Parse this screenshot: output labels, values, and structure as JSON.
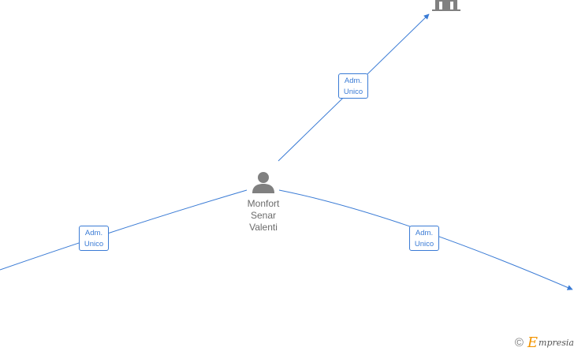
{
  "person": {
    "name_lines": [
      "Monfort",
      "Senar",
      "Valenti"
    ],
    "icon": "person-icon"
  },
  "edges": [
    {
      "id": "edge-to-top",
      "role_lines": [
        "Adm.",
        "Unico"
      ]
    },
    {
      "id": "edge-to-left",
      "role_lines": [
        "Adm.",
        "Unico"
      ]
    },
    {
      "id": "edge-to-right",
      "role_lines": [
        "Adm.",
        "Unico"
      ]
    }
  ],
  "footer": {
    "copyright": "©",
    "brand_initial": "E",
    "brand_rest": "mpresia"
  },
  "colors": {
    "edge": "#3a7bd5",
    "node_icon": "#808080",
    "label_text": "#6b6b6b",
    "brand_accent": "#f29400"
  }
}
